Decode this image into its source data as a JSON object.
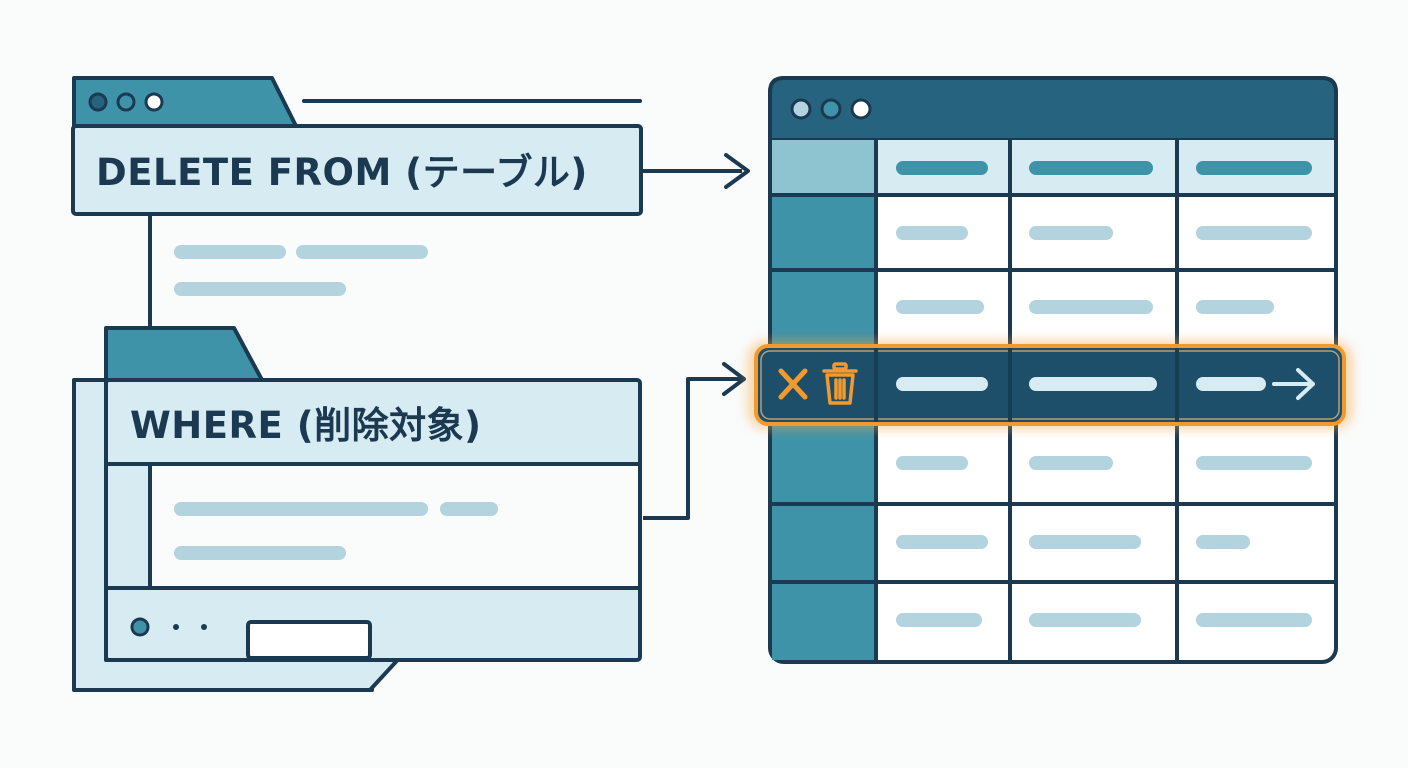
{
  "delete_panel": {
    "label": "DELETE FROM (テーブル)",
    "icon": "window-dots-icon"
  },
  "where_panel": {
    "label": "WHERE (削除対象)",
    "icon": "folder-stack-icon"
  },
  "table_window": {
    "icon": "window-dots-icon",
    "highlighted_row_index": 3,
    "row_icons": [
      "close-icon",
      "trash-icon",
      "arrow-right-icon"
    ],
    "colors": {
      "dark": "#1b3a52",
      "teal": "#3f93a8",
      "header": "#26637f",
      "highlight": "#f29a2e",
      "light": "#d7ebf2",
      "placeholder": "#b3d3de"
    }
  }
}
